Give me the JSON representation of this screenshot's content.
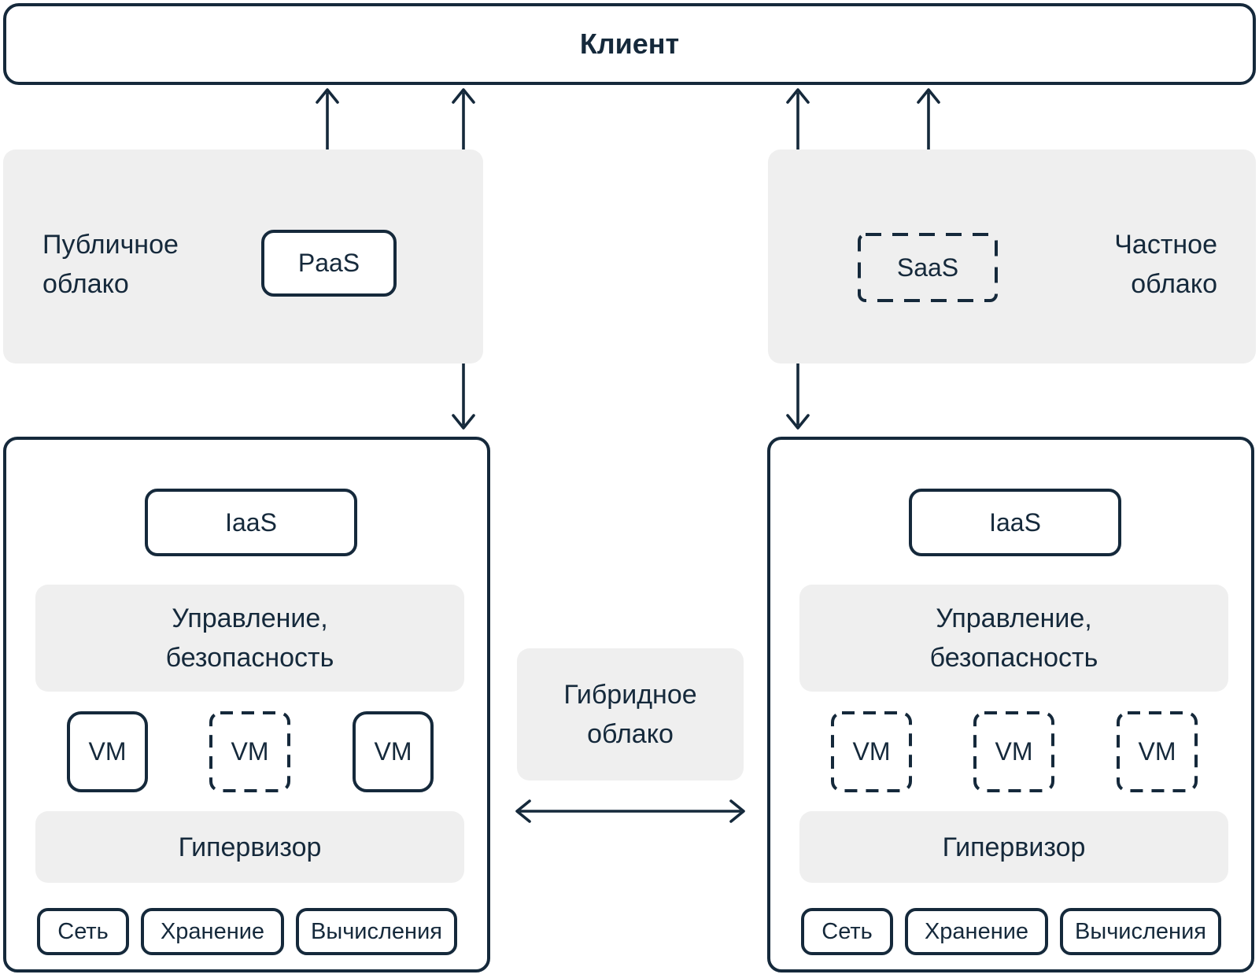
{
  "colors": {
    "ink": "#15293B",
    "panel_gray": "#EFEFEF",
    "background": "#FFFFFF"
  },
  "client": {
    "label": "Клиент"
  },
  "public_cloud": {
    "label": "Публичное облако",
    "service": "PaaS"
  },
  "private_cloud": {
    "label": "Частное облако",
    "service": "SaaS"
  },
  "hybrid_cloud": {
    "label": "Гибридное облако"
  },
  "infrastructure": {
    "iaas": "IaaS",
    "management": "Управление, безопасность",
    "vm": "VM",
    "hypervisor": "Гипервизор",
    "resources": [
      "Сеть",
      "Хранение",
      "Вычисления"
    ]
  }
}
